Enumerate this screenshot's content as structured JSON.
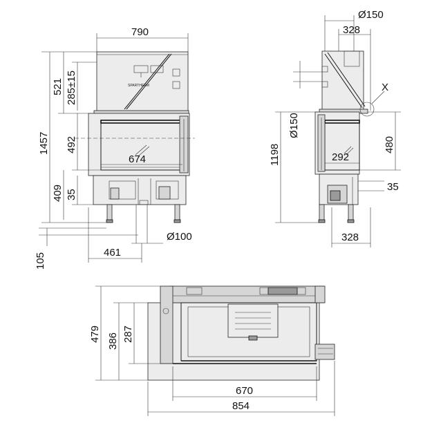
{
  "logo": {
    "text": "SPARTHERM"
  },
  "front_view": {
    "dims": {
      "width_total": "790",
      "height_total": "1457",
      "height_top": "521",
      "height_adjust": "285±15",
      "glass_height": "492",
      "height_lower": "409",
      "height_small": "35",
      "offset_bottom": "105",
      "width_flue_center": "461",
      "flue_diameter": "Ø100",
      "glass_width": "674"
    }
  },
  "side_view": {
    "dims": {
      "flue_diameter_top": "Ø150",
      "depth_top": "328",
      "flue_diameter_side": "Ø150",
      "height_total": "1198",
      "glass_height": "480",
      "glass_width": "292",
      "small_offset": "35",
      "depth_bottom": "328",
      "detail_label": "X"
    }
  },
  "plan_view": {
    "dims": {
      "depth_total": "479",
      "depth_mid": "386",
      "depth_inner": "287",
      "width_inner": "670",
      "width_total": "854"
    }
  }
}
